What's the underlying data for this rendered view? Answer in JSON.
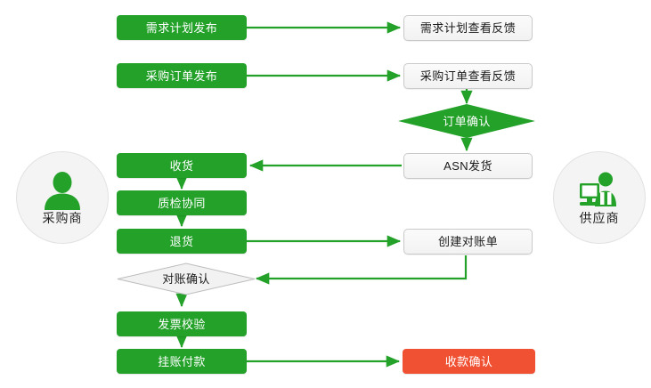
{
  "colors": {
    "green": "#23a129",
    "red": "#f05133",
    "gray_box_bg": "#f5f5f5",
    "gray_box_border": "#c9c9c9",
    "connector": "#23a129",
    "actor_circle_bg": "#f4f4f4"
  },
  "actors": {
    "buyer": {
      "label": "采购商",
      "icon": "person-icon"
    },
    "supplier": {
      "label": "供应商",
      "icon": "person-at-computer-icon"
    }
  },
  "buyer_nodes": [
    {
      "id": "demand-plan-publish",
      "label": "需求计划发布",
      "style": "green"
    },
    {
      "id": "purchase-order-publish",
      "label": "采购订单发布",
      "style": "green"
    },
    {
      "id": "goods-receipt",
      "label": "收货",
      "style": "green"
    },
    {
      "id": "quality-inspection-collaboration",
      "label": "质检协同",
      "style": "green"
    },
    {
      "id": "return-goods",
      "label": "退货",
      "style": "green"
    },
    {
      "id": "reconciliation-confirm",
      "label": "对账确认",
      "style": "diamond-gray"
    },
    {
      "id": "invoice-verification",
      "label": "发票校验",
      "style": "green"
    },
    {
      "id": "account-payment",
      "label": "挂账付款",
      "style": "green"
    }
  ],
  "supplier_nodes": [
    {
      "id": "demand-plan-view-feedback",
      "label": "需求计划查看反馈",
      "style": "gray"
    },
    {
      "id": "purchase-order-view-feedback",
      "label": "采购订单查看反馈",
      "style": "gray"
    },
    {
      "id": "order-confirm",
      "label": "订单确认",
      "style": "diamond-green"
    },
    {
      "id": "asn-shipment",
      "label": "ASN发货",
      "style": "gray"
    },
    {
      "id": "create-reconciliation-statement",
      "label": "创建对账单",
      "style": "gray"
    },
    {
      "id": "payment-receipt-confirm",
      "label": "收款确认",
      "style": "red"
    }
  ],
  "connections": [
    {
      "from": "demand-plan-publish",
      "to": "demand-plan-view-feedback"
    },
    {
      "from": "purchase-order-publish",
      "to": "purchase-order-view-feedback"
    },
    {
      "from": "purchase-order-view-feedback",
      "to": "order-confirm"
    },
    {
      "from": "order-confirm",
      "to": "asn-shipment"
    },
    {
      "from": "asn-shipment",
      "to": "goods-receipt"
    },
    {
      "from": "goods-receipt",
      "to": "quality-inspection-collaboration"
    },
    {
      "from": "quality-inspection-collaboration",
      "to": "return-goods"
    },
    {
      "from": "return-goods",
      "to": "create-reconciliation-statement"
    },
    {
      "from": "create-reconciliation-statement",
      "to": "reconciliation-confirm"
    },
    {
      "from": "reconciliation-confirm",
      "to": "invoice-verification"
    },
    {
      "from": "invoice-verification",
      "to": "account-payment"
    },
    {
      "from": "account-payment",
      "to": "payment-receipt-confirm"
    }
  ]
}
